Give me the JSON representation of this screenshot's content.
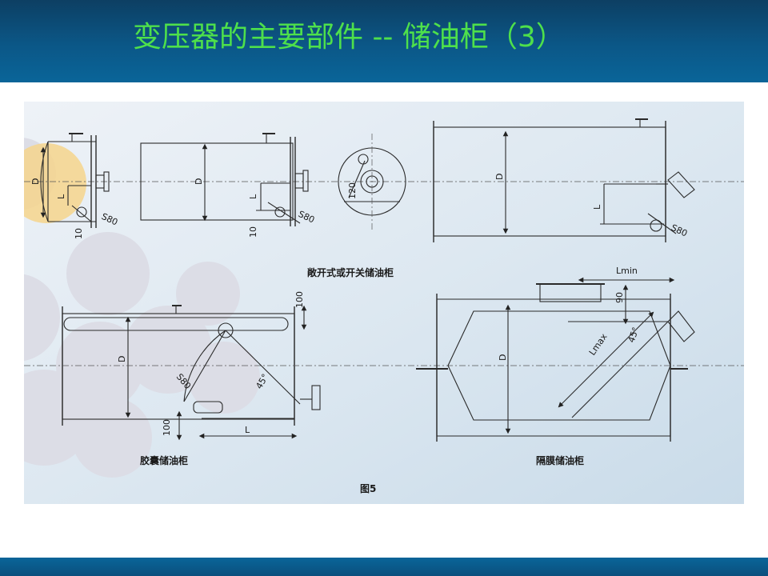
{
  "slide": {
    "title": "变压器的主要部件 -- 储油柜（3）"
  },
  "figure": {
    "caption": "图5",
    "sections": {
      "open_type": "敞开式或开关储油柜",
      "capsule": "胶囊储油柜",
      "diaphragm": "隔膜储油柜"
    },
    "dimension_labels": {
      "D": "D",
      "L": "L",
      "ten": "10",
      "s80": "S80",
      "one_twenty": "120",
      "one_hundred": "100",
      "forty_five": "45°",
      "ninety": "90",
      "lmin": "Lmin",
      "lmax": "Lmax"
    }
  },
  "colors": {
    "title_green": "#4ee04b",
    "header_blue": "#0b5787",
    "panel_blue": "#d4e2ee",
    "circle_grey": "#dcdde6",
    "highlight_orange": "#f6d58c"
  }
}
